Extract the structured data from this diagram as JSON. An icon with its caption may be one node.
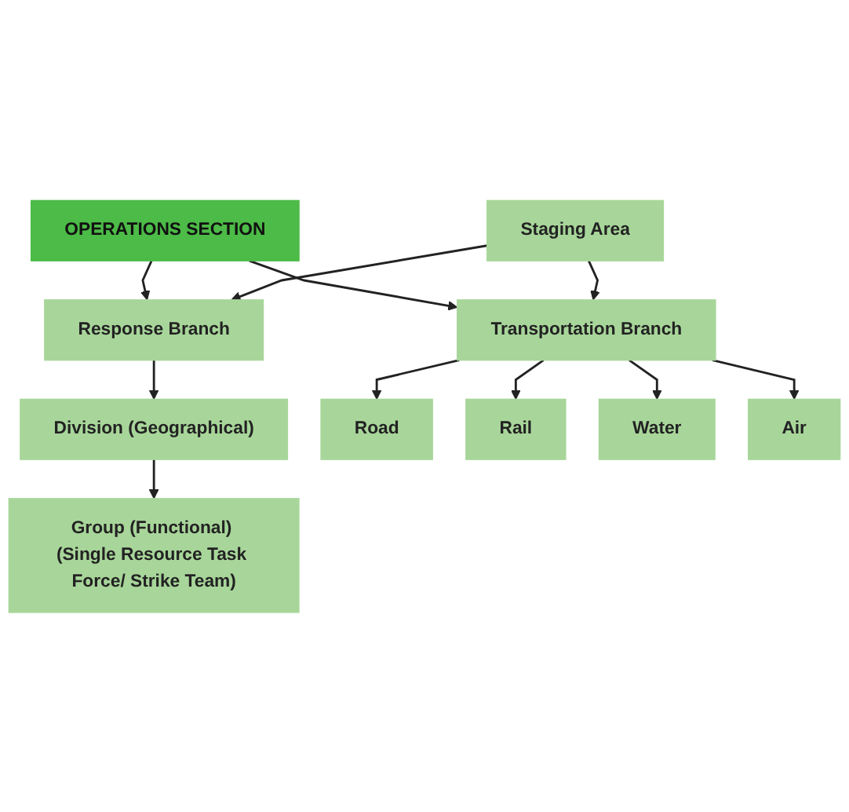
{
  "diagram": {
    "nodes": [
      {
        "text": [
          "OPERATIONS SECTION"
        ]
      },
      {
        "text": [
          "Staging Area"
        ]
      },
      {
        "text": [
          "Response Branch"
        ]
      },
      {
        "text": [
          "Transportation Branch"
        ]
      },
      {
        "text": [
          "Division (Geographical)"
        ]
      },
      {
        "text": [
          "Group (Functional) (Single Resource Task Force/ Strike Team)"
        ]
      },
      {
        "text": [
          "Road"
        ]
      },
      {
        "text": [
          "Rail"
        ]
      },
      {
        "text": [
          "Water"
        ]
      },
      {
        "text": [
          "Air"
        ]
      }
    ],
    "edges": [
      {
        "from": 0,
        "to": 2,
        "arrow": "to"
      },
      {
        "from": 0,
        "to": 3,
        "arrow": "to"
      },
      {
        "from": 1,
        "to": 2,
        "arrow": "to"
      },
      {
        "from": 1,
        "to": 3,
        "arrow": "to"
      },
      {
        "from": 2,
        "to": 4,
        "arrow": "to"
      },
      {
        "from": 4,
        "to": 5,
        "arrow": "to"
      },
      {
        "from": 3,
        "to": 6,
        "arrow": "to"
      },
      {
        "from": 3,
        "to": 7,
        "arrow": "to"
      },
      {
        "from": 3,
        "to": 8,
        "arrow": "to"
      },
      {
        "from": 3,
        "to": 9,
        "arrow": "to"
      }
    ]
  }
}
